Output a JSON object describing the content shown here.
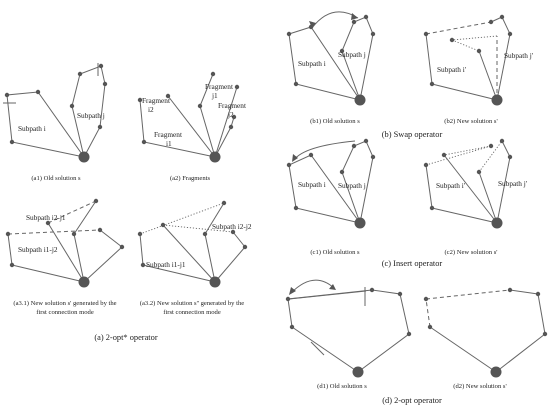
{
  "panels": {
    "a1": {
      "caption": "(a1) Old solution s",
      "labels": [
        "Subpath i",
        "Subpath j"
      ]
    },
    "a2": {
      "caption": "(a2) Fragments",
      "labels": [
        "Fragment",
        "i2",
        "Fragment",
        "j1",
        "Fragment",
        "j2",
        "Fragment",
        "i1"
      ]
    },
    "a31": {
      "caption_line1": "(a3.1) New solution s' generated by the",
      "caption_line2": "first connection mode",
      "labels": [
        "Subpath i2-j1",
        "Subpath i1-j2"
      ]
    },
    "a32": {
      "caption_line1": "(a3.2) New solution s'' generated by the",
      "caption_line2": "first connection mode",
      "labels": [
        "Subpath i2-j2",
        "Subpath i1-j1"
      ]
    },
    "b1": {
      "caption": "(b1) Old solution s",
      "labels": [
        "Subpath i",
        "Subpath j"
      ]
    },
    "b2": {
      "caption": "(b2) New solution s'",
      "labels": [
        "Subpath i'",
        "Subpath j'"
      ]
    },
    "c1": {
      "caption": "(c1) Old solution s",
      "labels": [
        "Subpath i",
        "Subpath j"
      ]
    },
    "c2": {
      "caption": "(c2) New solution s'",
      "labels": [
        "Subpath i'",
        "Subpath j'"
      ]
    },
    "d1": {
      "caption": "(d1) Old solution s"
    },
    "d2": {
      "caption": "(d2) New solution s'"
    }
  },
  "sections": {
    "a": "(a) 2-opt* operator",
    "b": "(b) Swap operator",
    "c": "(c) Insert operator",
    "d": "(d) 2-opt operator"
  }
}
